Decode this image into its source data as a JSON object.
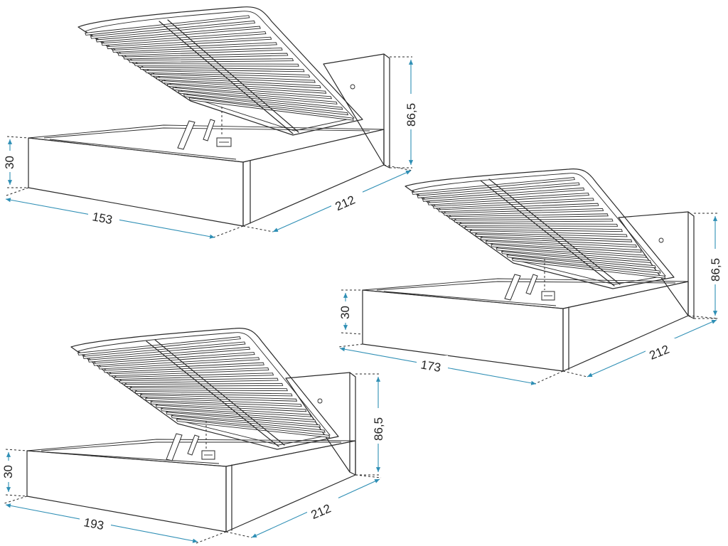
{
  "diagram": {
    "colors": {
      "outline": "#2a2a2a",
      "dimension_line": "#2f8fb5",
      "dimension_text": "#222222",
      "background": "#ffffff"
    },
    "beds": [
      {
        "id": "bed-153",
        "width_label": "153",
        "length_label": "212",
        "frame_height_label": "30",
        "headboard_height_label": "86,5"
      },
      {
        "id": "bed-173",
        "width_label": "173",
        "length_label": "212",
        "frame_height_label": "30",
        "headboard_height_label": "86,5"
      },
      {
        "id": "bed-193",
        "width_label": "193",
        "length_label": "212",
        "frame_height_label": "30",
        "headboard_height_label": "86,5"
      }
    ]
  }
}
